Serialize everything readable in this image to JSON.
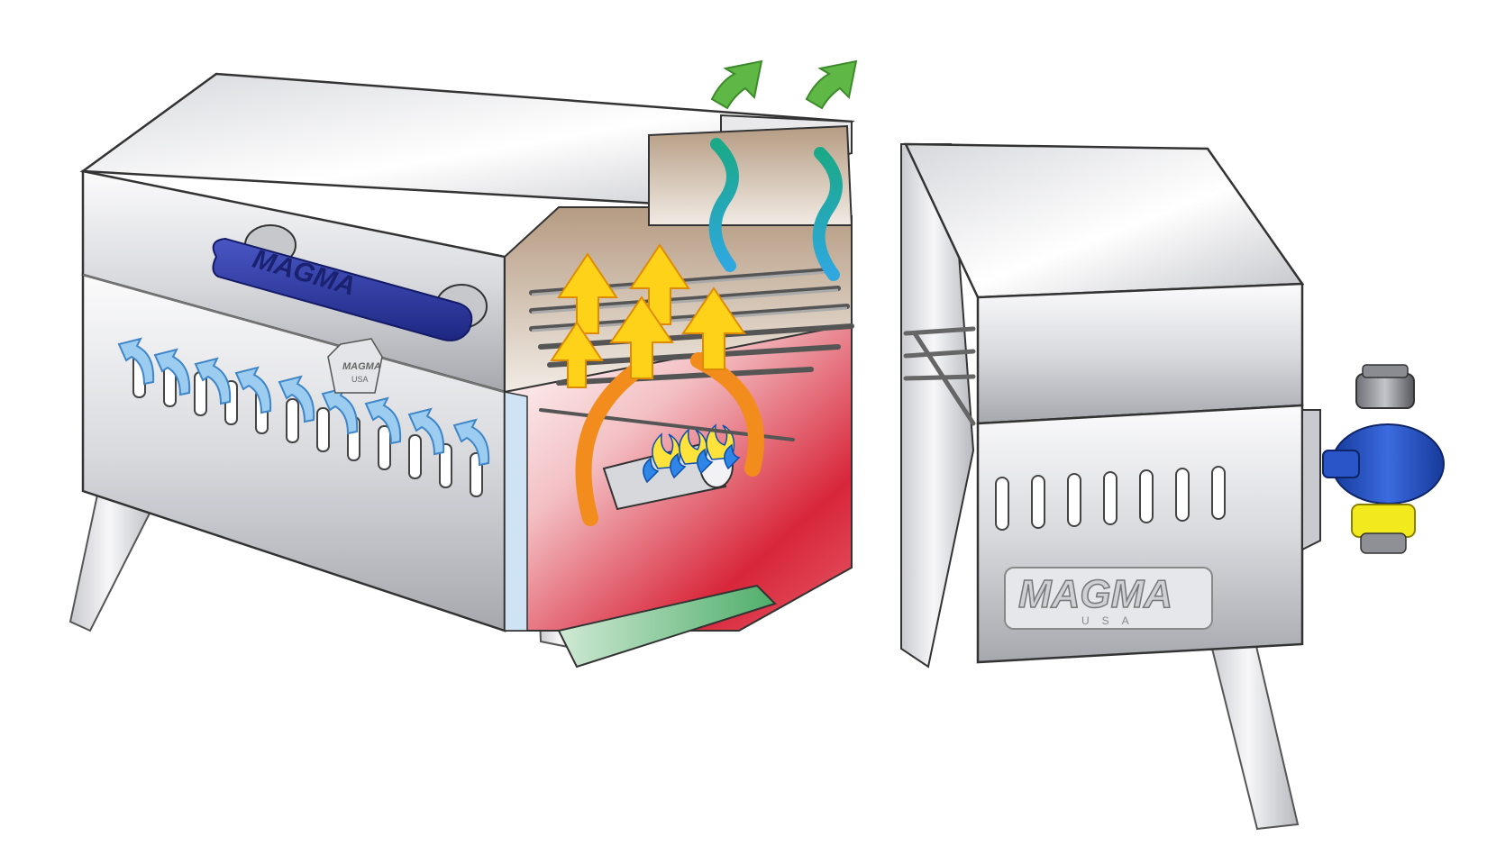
{
  "diagram": {
    "brand": {
      "handle_logo": "MAGMA",
      "tag_logo": "MAGMA",
      "tag_sub": "USA",
      "panel_logo": "MAGMA",
      "panel_sub": "USA"
    },
    "colors": {
      "steel_light": "#f4f4f6",
      "steel_mid": "#c9cacf",
      "steel_dark": "#8d8f96",
      "handle": "#27339a",
      "firebox_red": "#d8263a",
      "heat_arrow": "#f28c1c",
      "rising_arrow": "#ffd21a",
      "exhaust_green": "#5fb846",
      "exhaust_teal": "#1aa9a0",
      "intake_blue": "#7fb9e6",
      "flame_blue": "#1f7fe0",
      "regulator_blue": "#1f49b6",
      "regulator_yellow": "#f2ea1c"
    },
    "icons": [
      "exhaust-arrow-icon",
      "heat-flow-arrow-icon",
      "air-intake-arrow-icon",
      "burner-flame-icon"
    ]
  }
}
